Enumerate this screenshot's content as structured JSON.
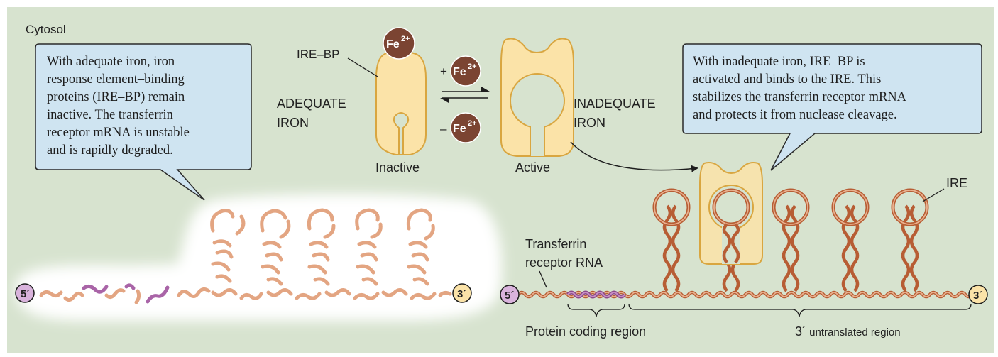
{
  "colors": {
    "background": "#d7e3cf",
    "panel_border": "#ffffff",
    "callout_fill": "#cfe4f1",
    "callout_stroke": "#2a2a2a",
    "protein_fill": "#fbe3a8",
    "protein_stroke": "#d9a640",
    "iron_fill": "#7b4432",
    "rna_color": "#e3a582",
    "rna_stroke": "#b75d34",
    "coding_color": "#a964a7",
    "end_cap_5": "#d9b3dc",
    "end_cap_3": "#fbe3a8"
  },
  "labels": {
    "cytosol": "Cytosol",
    "ire_bp": "IRE–BP",
    "adequate_iron_line1": "ADEQUATE",
    "adequate_iron_line2": "IRON",
    "inadequate_iron_line1": "INADEQUATE",
    "inadequate_iron_line2": "IRON",
    "inactive": "Inactive",
    "active": "Active",
    "ire": "IRE",
    "transferrin_line1": "Transferrin",
    "transferrin_line2": "receptor RNA",
    "protein_coding_region": "Protein coding region",
    "utr_prime": "3´",
    "utr_rest": " untranslated region",
    "five_prime": "5´",
    "three_prime": "3´"
  },
  "iron": {
    "symbol": "Fe",
    "charge": "2+",
    "plus_sign": "+",
    "minus_sign": "–"
  },
  "callouts": {
    "left_lines": [
      "With adequate iron, iron",
      "response element–binding",
      "proteins (IRE–BP) remain",
      "inactive. The transferrin",
      "receptor mRNA is unstable",
      "and is rapidly degraded."
    ],
    "right_lines": [
      "With inadequate iron, IRE–BP is",
      "activated and binds to the IRE.  This",
      "stabilizes the transferrin receptor mRNA",
      "and protects it from nuclease cleavage."
    ]
  }
}
